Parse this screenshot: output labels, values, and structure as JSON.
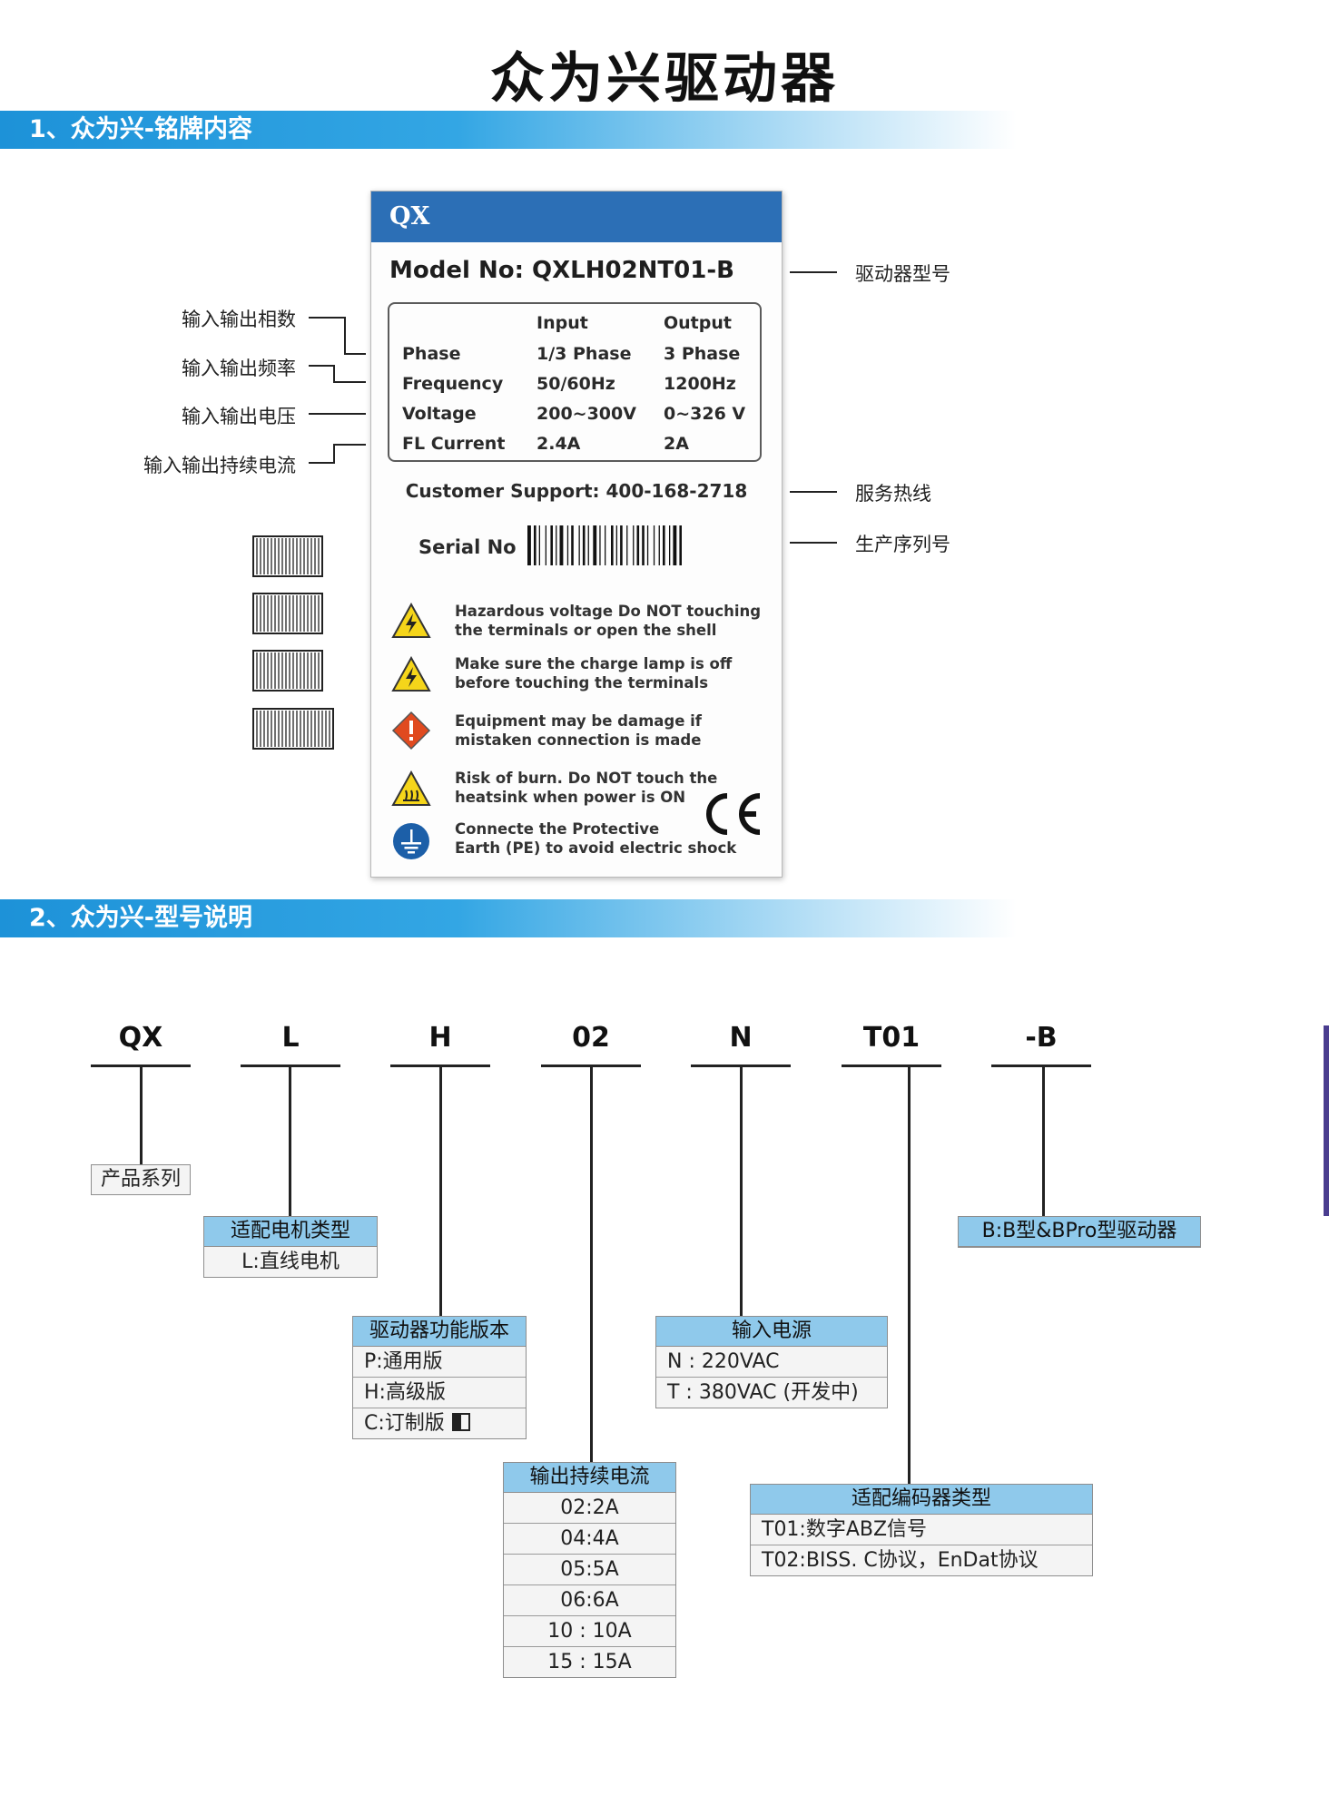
{
  "title": "众为兴驱动器",
  "section1": "1、众为兴-铭牌内容",
  "section2": "2、众为兴-型号说明",
  "plate": {
    "brand": "QX",
    "model": "Model No: QXLH02NT01-B",
    "columns": [
      "Input",
      "Output"
    ],
    "rows": [
      {
        "label": "Phase",
        "input": "1/3 Phase",
        "output": "3 Phase"
      },
      {
        "label": "Frequency",
        "input": "50/60Hz",
        "output": "1200Hz"
      },
      {
        "label": "Voltage",
        "input": "200~300V",
        "output": "0~326 V"
      },
      {
        "label": "FL Current",
        "input": "2.4A",
        "output": "2A"
      }
    ],
    "support": "Customer Support: 400-168-2718",
    "serial": "Serial No",
    "warnings": [
      {
        "line1": "Hazardous  voltage  Do  NOT  touching",
        "line2": "the  terminals  or  open  the  shell",
        "icon": "lightning-warning-icon"
      },
      {
        "line1": "Make  sure  the  charge  lamp  is  off",
        "line2": "before  touching  the  terminals",
        "icon": "lightning-warning-icon"
      },
      {
        "line1": "Equipment  may  be  damage  if",
        "line2": "mistaken  connection  is  made",
        "icon": "exclamation-diamond-icon"
      },
      {
        "line1": "Risk  of  burn. Do  NOT  touch  the",
        "line2": "heatsink  when  power  is  ON",
        "icon": "hot-surface-warning-icon"
      },
      {
        "line1": "Connecte  the  Protective",
        "line2": "Earth (PE) to  avoid  electric  shock",
        "icon": "ground-icon"
      }
    ],
    "ce": "CE"
  },
  "annotations": {
    "left": [
      "输入输出相数",
      "输入输出频率",
      "输入输出电压",
      "输入输出持续电流"
    ],
    "right": [
      "驱动器型号",
      "服务热线",
      "生产序列号"
    ]
  },
  "codes": [
    "QX",
    "L",
    "H",
    "02",
    "N",
    "T01",
    "-B"
  ],
  "tables": {
    "series": "产品系列",
    "motor": {
      "header": "适配电机类型",
      "rows": [
        "L:直线电机"
      ]
    },
    "version": {
      "header": "驱动器功能版本",
      "rows": [
        "P:通用版",
        "H:高级版",
        "C:订制版"
      ]
    },
    "current": {
      "header": "输出持续电流",
      "rows": [
        "02:2A",
        "04:4A",
        "05:5A",
        "06:6A",
        "10 : 10A",
        "15 : 15A"
      ]
    },
    "power": {
      "header": "输入电源",
      "rows": [
        "N : 220VAC",
        "T : 380VAC (开发中)"
      ]
    },
    "encoder": {
      "header": "适配编码器类型",
      "rows": [
        "T01:数字ABZ信号",
        "T02:BISS. C协议，EnDat协议"
      ]
    },
    "type_b": "B:B型&BPro型驱动器"
  }
}
